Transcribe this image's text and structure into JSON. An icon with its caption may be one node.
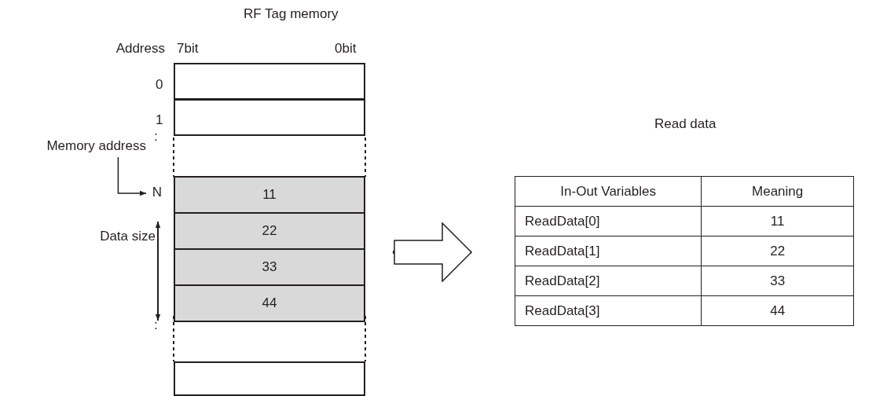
{
  "diagram": {
    "nodes": [
      {
        "text": [
          "RF Tag memory"
        ]
      },
      {
        "text": [],
        "shape": "box",
        "in": 0
      },
      {
        "text": [],
        "shape": "box",
        "in": 0
      },
      {
        "text": [
          "11"
        ],
        "in": 0
      },
      {
        "text": [
          "22"
        ],
        "in": 0
      },
      {
        "text": [
          "33"
        ],
        "in": 0
      },
      {
        "text": [
          "44"
        ],
        "in": 0
      },
      {
        "text": [],
        "shape": "box",
        "in": 0
      },
      {
        "text": [
          "Read data"
        ]
      },
      {
        "text": [
          "Memory address"
        ]
      },
      {
        "text": [
          "N"
        ]
      }
    ],
    "edges": [
      {
        "from": 9,
        "to": 10,
        "arrow": "to"
      },
      {
        "from": 0,
        "to": 8,
        "arrow": "to",
        "style": "thick"
      }
    ],
    "labels": [
      "Address",
      "7bit",
      "0bit",
      "0",
      "1",
      ":",
      "Data size",
      ":",
      "In-Out Variables",
      "Meaning",
      "ReadData[0]",
      "11",
      "ReadData[1]",
      "22",
      "ReadData[2]",
      "33",
      "ReadData[3]",
      "44"
    ]
  }
}
